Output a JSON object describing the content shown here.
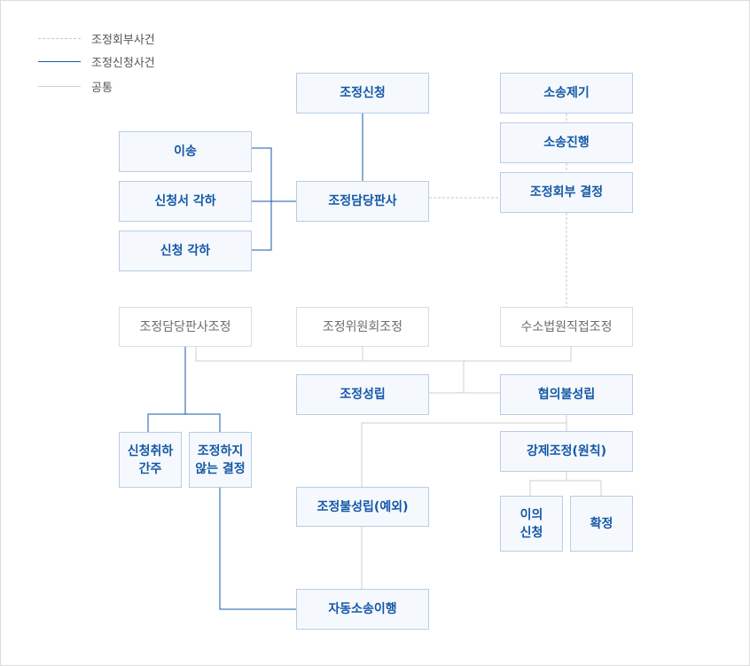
{
  "legend": [
    {
      "label": "조정회부사건",
      "style": "dashed",
      "color": "#bfbfbf"
    },
    {
      "label": "조정신청사건",
      "style": "solid",
      "color": "#1558a7"
    },
    {
      "label": "공통",
      "style": "solid",
      "color": "#cccccc"
    }
  ],
  "nodes": {
    "mediation_application": "조정신청",
    "lawsuit_filing": "소송제기",
    "lawsuit_proceeding": "소송진행",
    "transfer": "이송",
    "application_rejection": "신청서 각하",
    "application_dismissal": "신청 각하",
    "mediation_judge": "조정담당판사",
    "referral_decision": "조정회부 결정",
    "judge_mediation": "조정담당판사조정",
    "committee_mediation": "조정위원회조정",
    "court_mediation": "수소법원직접조정",
    "mediation_success": "조정성립",
    "agreement_failure": "협의불성립",
    "deemed_withdrawal": "신청취하\n간주",
    "decision_not_mediate": "조정하지\n않는 결정",
    "compulsory_mediation": "강제조정(원칙)",
    "mediation_failure_exception": "조정불성립(예외)",
    "objection_filing": "이의\n신청",
    "finalization": "확정",
    "automatic_litigation": "자동소송이행"
  },
  "colors": {
    "accent": "#1558a7",
    "common_line": "#cccccc",
    "referral_line": "#bfbfbf"
  }
}
